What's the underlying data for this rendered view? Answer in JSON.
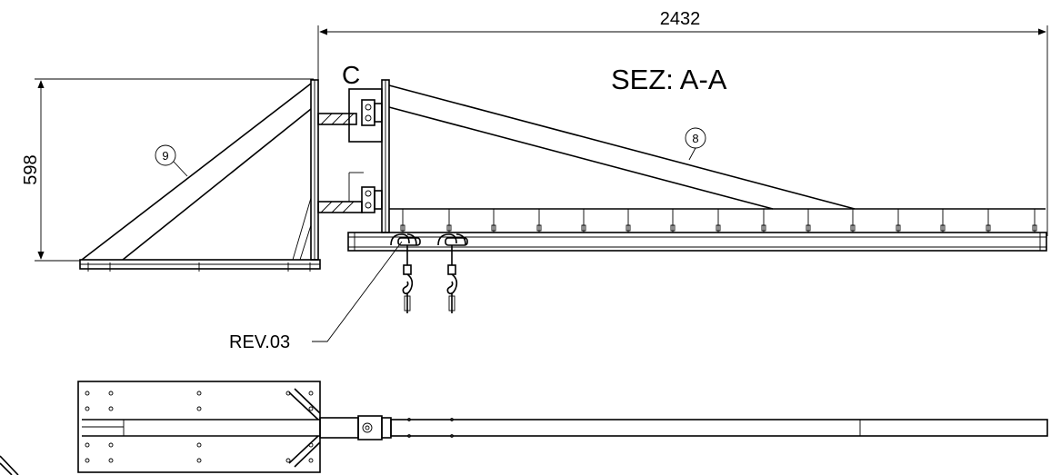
{
  "dimensions": {
    "overall_length": "2432",
    "height": "598"
  },
  "labels": {
    "detail_letter": "C",
    "section_title": "SEZ: A-A",
    "revision": "REV.03"
  },
  "balloons": {
    "item_8": "8",
    "item_9": "9"
  },
  "colors": {
    "line": "#000000",
    "background": "#ffffff"
  }
}
